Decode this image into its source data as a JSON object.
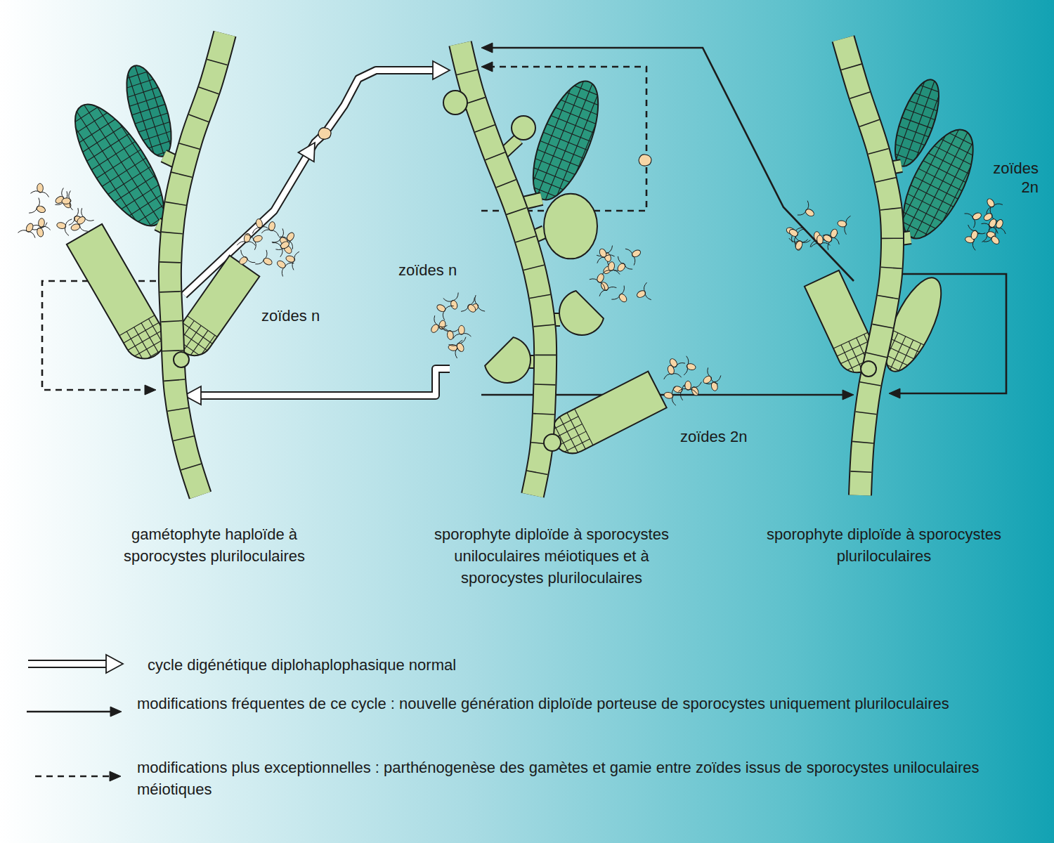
{
  "diagram": {
    "nodes": [
      {
        "text": [
          "gamétophyte haploïde à sporocystes pluriloculaires"
        ]
      },
      {
        "text": [
          "sporophyte diploïde à sporocystes uniloculaires méiotiques et à sporocystes pluriloculaires"
        ]
      },
      {
        "text": [
          "sporophyte diploïde à sporocystes pluriloculaires"
        ]
      }
    ],
    "edges": [
      {
        "from": 0,
        "to": 1,
        "arrow": "to"
      },
      {
        "from": 1,
        "to": 0,
        "arrow": "to"
      },
      {
        "from": 1,
        "to": 2,
        "arrow": "to"
      },
      {
        "from": 2,
        "to": 1,
        "arrow": "to"
      },
      {
        "from": 2,
        "to": 2,
        "arrow": "to"
      },
      {
        "from": 0,
        "to": 0,
        "arrow": "to"
      },
      {
        "from": 1,
        "to": 1,
        "arrow": "to"
      }
    ],
    "labels": [
      "zoïdes n",
      "zoïdes n",
      "zoïdes 2n",
      "zoïdes 2n"
    ],
    "legend": [
      {
        "text": "cycle digénétique diplohaplophasique normal"
      },
      {
        "text": "modifications fréquentes de ce cycle : nouvelle génération diploïde porteuse de sporocystes uniquement pluriloculaires"
      },
      {
        "text": "modifications plus exceptionnelles : parthénogenèse des gamètes et gamie entre zoïdes issus de sporocystes uniloculaires méiotiques"
      }
    ]
  }
}
